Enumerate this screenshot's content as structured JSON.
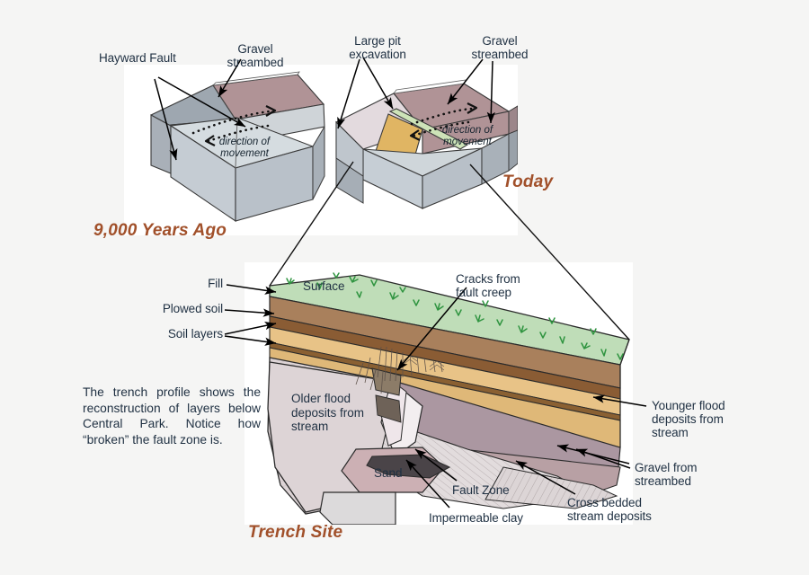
{
  "figure": {
    "background_color": "#f5f5f4",
    "label_color": "#1f3042",
    "era_color": "#a1502a"
  },
  "panels": {
    "past": {
      "era_title": "9,000 Years Ago",
      "labels": [
        {
          "name": "hayward-fault",
          "text": "Hayward Fault"
        },
        {
          "name": "gravel-streambed",
          "text": "Gravel\nstreambed"
        },
        {
          "name": "direction-of-movement",
          "text": "direction of\nmovement"
        }
      ]
    },
    "today": {
      "era_title": "Today",
      "labels": [
        {
          "name": "large-pit-excavation",
          "text": "Large pit\nexcavation"
        },
        {
          "name": "gravel-streambed",
          "text": "Gravel\nstreambed"
        },
        {
          "name": "direction-of-movement",
          "text": "direction of\nmovement"
        }
      ]
    },
    "trench": {
      "era_title": "Trench Site",
      "caption": "The trench profile shows the reconstruction of layers below Central Park. Notice how “broken” the fault zone is.",
      "labels_left": [
        {
          "name": "fill",
          "text": "Fill"
        },
        {
          "name": "plowed-soil",
          "text": "Plowed soil"
        },
        {
          "name": "soil-layers",
          "text": "Soil layers"
        }
      ],
      "labels_inside": [
        {
          "name": "surface",
          "text": "Surface"
        },
        {
          "name": "older-flood-deposits",
          "text": "Older flood\ndeposits from\nstream"
        },
        {
          "name": "sand",
          "text": "Sand"
        }
      ],
      "labels_top": [
        {
          "name": "cracks-from-fault-creep",
          "text": "Cracks from\nfault creep"
        }
      ],
      "labels_right": [
        {
          "name": "younger-flood-deposits",
          "text": "Younger flood\ndeposits from\nstream"
        },
        {
          "name": "gravel-from-streambed",
          "text": "Gravel from\nstreambed"
        }
      ],
      "labels_bottom": [
        {
          "name": "fault-zone",
          "text": "Fault Zone"
        },
        {
          "name": "impermeable-clay",
          "text": "Impermeable clay"
        },
        {
          "name": "cross-bedded-stream-deposits",
          "text": "Cross bedded\nstream deposits"
        }
      ]
    }
  },
  "palette": {
    "block_top_gray": "#9ea7b0",
    "block_top_light": "#ccd6dc",
    "block_side_gray": "#b7bec6",
    "block_side_light": "#c3ccd4",
    "gravel_rose": "#b09396",
    "pit_pale": "#e3dade",
    "pit_tan": "#e0b563",
    "pit_green": "#cde3b8",
    "surface_green": "#bfddb8",
    "fill_brown": "#a9805c",
    "plowed_brown": "#8a5c34",
    "soil_tan": "#e8c387",
    "soil_tan2": "#dfb878",
    "older_flood": "#ddd4d6",
    "younger_flood": "#ab97a1",
    "gravel_band": "#b8a0a4",
    "clay_dark": "#4a4448",
    "sand_rose": "#ccb0b4",
    "cross_bed": "#dcd5d6",
    "grass_green": "#2f9440"
  }
}
